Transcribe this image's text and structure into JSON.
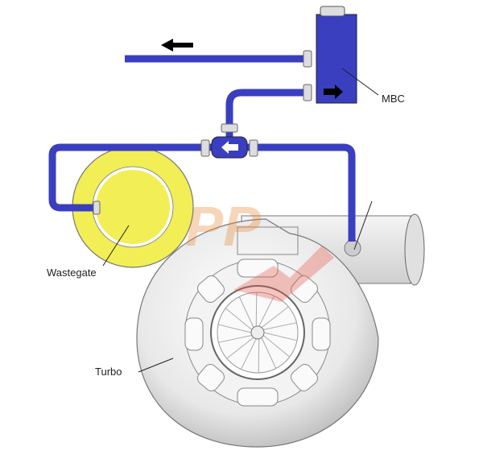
{
  "labels": {
    "mbc": "MBC",
    "wastegate": "Wastegate",
    "turbo": "Turbo"
  },
  "watermark": "HPP",
  "colors": {
    "pipe": "#3a3fc0",
    "wastegate": "#f2ee55",
    "turbo": "#e6e6e6",
    "watermark": "#e85a4a"
  }
}
